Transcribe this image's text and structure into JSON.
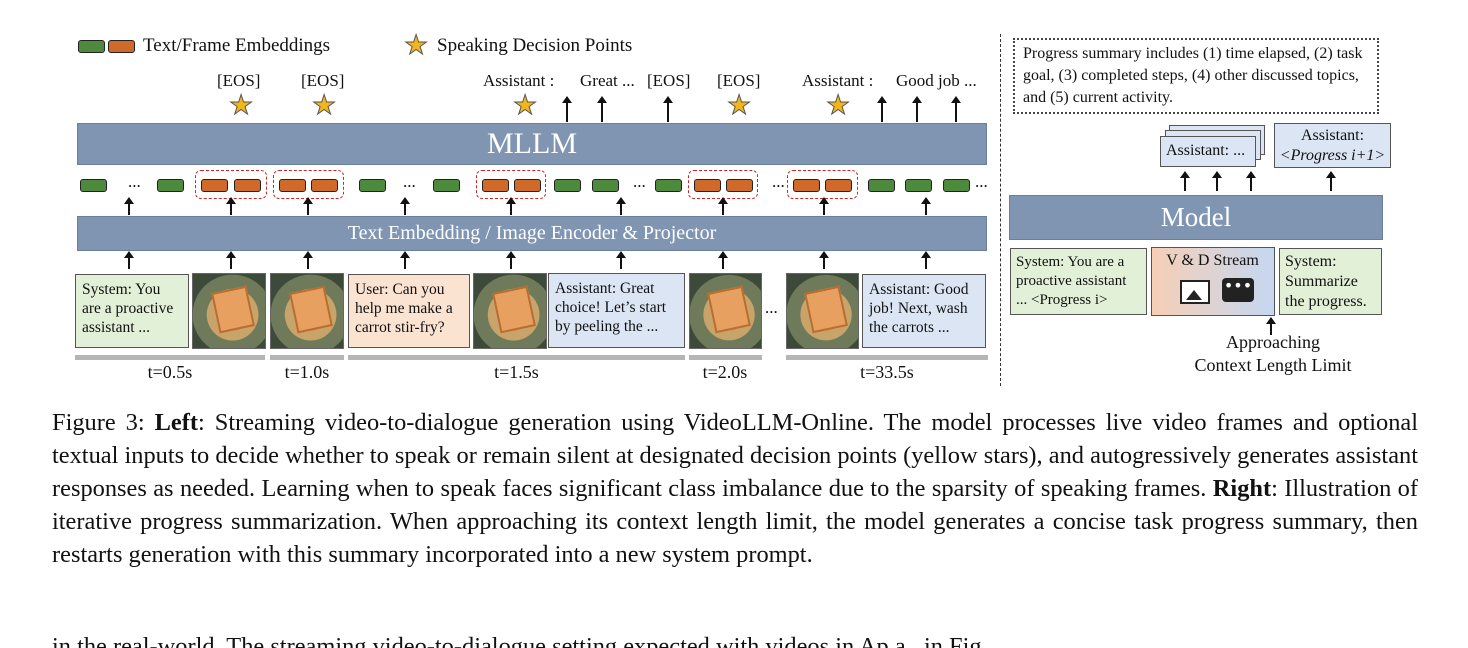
{
  "legend": {
    "embeddings_label": "Text/Frame Embeddings",
    "decision_label": "Speaking Decision Points",
    "star_icon": "star-icon"
  },
  "left": {
    "mllm_label": "MLLM",
    "encoder_label": "Text Embedding  /  Image Encoder & Projector",
    "eos": "[EOS]",
    "assistant_colon": "Assistant :",
    "great": "Great ...",
    "good_job": "Good job ...",
    "dots": "...",
    "system_text": "System: You are a proactive assistant ...",
    "user_text": "User: Can you help me make a carrot stir-fry?",
    "assistant1_text": "Assistant: Great choice! Let’s start by peeling the ...",
    "assistant2_text": "Assistant: Good job! Next, wash the carrots ...",
    "times": [
      "t=0.5s",
      "t=1.0s",
      "t=1.5s",
      "t=2.0s",
      "t=33.5s"
    ]
  },
  "right": {
    "summary_note": "Progress summary includes (1) time elapsed, (2) task goal, (3) completed steps, (4) other discussed topics, and (5) current activity.",
    "assistant_stack": "Assistant: ...",
    "assistant_progress": "Assistant:",
    "progress_next": "<Progress i+1>",
    "model_label": "Model",
    "system_progress": "System: You are a proactive assistant ... <Progress i>",
    "stream_label": "V & D Stream",
    "system_summarize": "System: Summarize the progress.",
    "approaching": "Approaching",
    "context_limit": "Context Length Limit"
  },
  "caption": {
    "prefix": "Figure 3: ",
    "left_bold": "Left",
    "left_text": ": Streaming video-to-dialogue generation using VideoLLM-Online. The model processes live video frames and optional textual inputs to decide whether to speak or remain silent at designated decision points (yellow stars), and autogressively generates assistant responses as needed. Learning when to speak faces significant class imbalance due to the sparsity of speaking frames. ",
    "right_bold": "Right",
    "right_text": ": Illustration of iterative progress summarization. When approaching its context length limit, the model generates a concise task progress summary, then restarts generation with this summary incorporated into a new system prompt."
  },
  "cut_text": "in the real-world. The streaming video-to-dialogue setting expected with videos in Ap a . in Fig"
}
